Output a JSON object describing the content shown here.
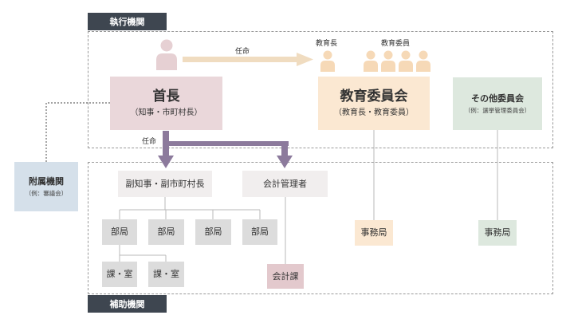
{
  "tags": {
    "executive": "執行機関",
    "auxiliary": "補助機関"
  },
  "appoint_labels": {
    "top": "任命",
    "mid": "任命"
  },
  "icon_labels": {
    "superintendent": "教育長",
    "members": "教育委員"
  },
  "head": {
    "title": "首長",
    "subtitle": "（知事・市町村長）"
  },
  "board": {
    "title": "教育委員会",
    "subtitle": "（教育長・教育委員）"
  },
  "other": {
    "title": "その他委員会",
    "subtitle": "（例：選挙管理委員会）"
  },
  "attached": {
    "title": "附属機関",
    "subtitle": "（例：審議会）"
  },
  "vice": "副知事・副市町村長",
  "accountant": "会計管理者",
  "departments": [
    "部局",
    "部局",
    "部局",
    "部局"
  ],
  "sections": [
    "課・室",
    "課・室"
  ],
  "accounting_section": "会計課",
  "secretariats": [
    "事務局",
    "事務局"
  ],
  "colors": {
    "tag_bg": "#3e4650",
    "head_bg": "#ead7da",
    "board_bg": "#fbe8d2",
    "other_bg": "#dde8de",
    "attached_bg": "#d5e0ea",
    "arrow_peach": "#f0dcc0",
    "arrow_purple": "#8c7a9c"
  }
}
